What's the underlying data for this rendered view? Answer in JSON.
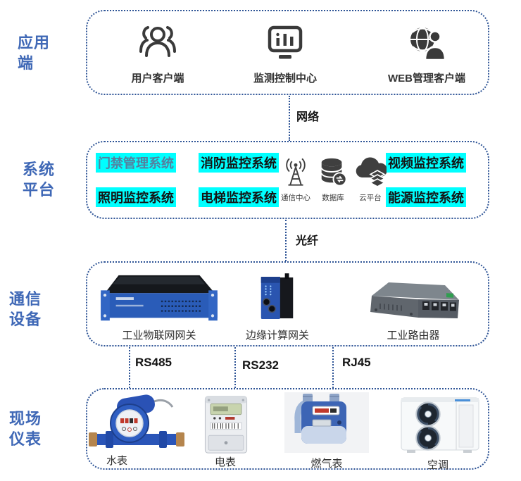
{
  "colors": {
    "box_border": "#2e5496",
    "side_label_blue": "#3f68b6",
    "highlight_cyan": "#00ffff",
    "first_system_text": "#55809f",
    "icon_dark": "#3a3a3a"
  },
  "side_labels": [
    {
      "line1": "应用",
      "line2": "端"
    },
    {
      "line1": "系统",
      "line2": "平台"
    },
    {
      "line1": "通信",
      "line2": "设备"
    },
    {
      "line1": "现场",
      "line2": "仪表"
    }
  ],
  "application_layer": {
    "items": [
      {
        "label": "用户客户端",
        "icon": "users-icon"
      },
      {
        "label": "监测控制中心",
        "icon": "monitor-chart-icon"
      },
      {
        "label": "WEB管理客户端",
        "icon": "globe-user-icon"
      }
    ]
  },
  "connectors": {
    "network": "网络",
    "fiber": "光纤",
    "rs485": "RS485",
    "rs232": "RS232",
    "rj45": "RJ45"
  },
  "platform_layer": {
    "systems": [
      {
        "label": "门禁管理系统"
      },
      {
        "label": "消防监控系统"
      },
      {
        "label": "视频监控系统"
      },
      {
        "label": "照明监控系统"
      },
      {
        "label": "电梯监控系统"
      },
      {
        "label": "能源监控系统"
      }
    ],
    "core_icons": [
      {
        "label": "通信中心",
        "icon": "antenna-icon"
      },
      {
        "label": "数据库",
        "icon": "database-icon"
      },
      {
        "label": "云平台",
        "icon": "cloud-icon"
      }
    ]
  },
  "communication_layer": {
    "devices": [
      {
        "label": "工业物联网网关"
      },
      {
        "label": "边缘计算网关"
      },
      {
        "label": "工业路由器"
      }
    ]
  },
  "field_layer": {
    "devices": [
      {
        "label": "水表"
      },
      {
        "label": "电表"
      },
      {
        "label": "燃气表"
      },
      {
        "label": "空调"
      }
    ]
  }
}
